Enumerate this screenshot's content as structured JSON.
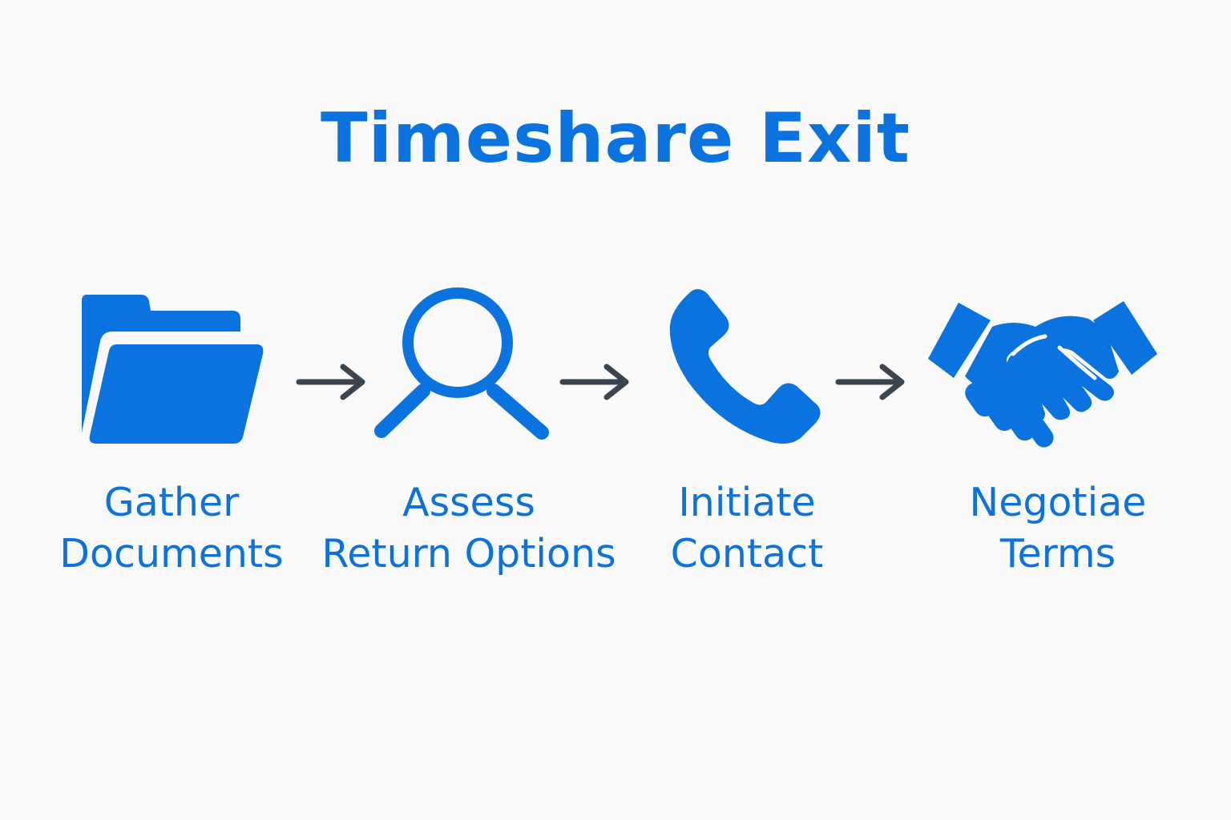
{
  "title": "Timeshare Exit",
  "colors": {
    "accent": "#0a73e0",
    "arrow": "#3b4550",
    "background": "#fafafa"
  },
  "steps": [
    {
      "icon": "folder-icon",
      "line1": "Gather",
      "line2": "Documents"
    },
    {
      "icon": "magnifier-icon",
      "line1": "Assess",
      "line2": "Return Options"
    },
    {
      "icon": "phone-icon",
      "line1": "Initiate",
      "line2": "Contact"
    },
    {
      "icon": "handshake-icon",
      "line1": "Negotiae",
      "line2": "Terms"
    }
  ],
  "connectors": [
    "arrow-right-icon",
    "arrow-right-icon",
    "arrow-right-icon"
  ]
}
